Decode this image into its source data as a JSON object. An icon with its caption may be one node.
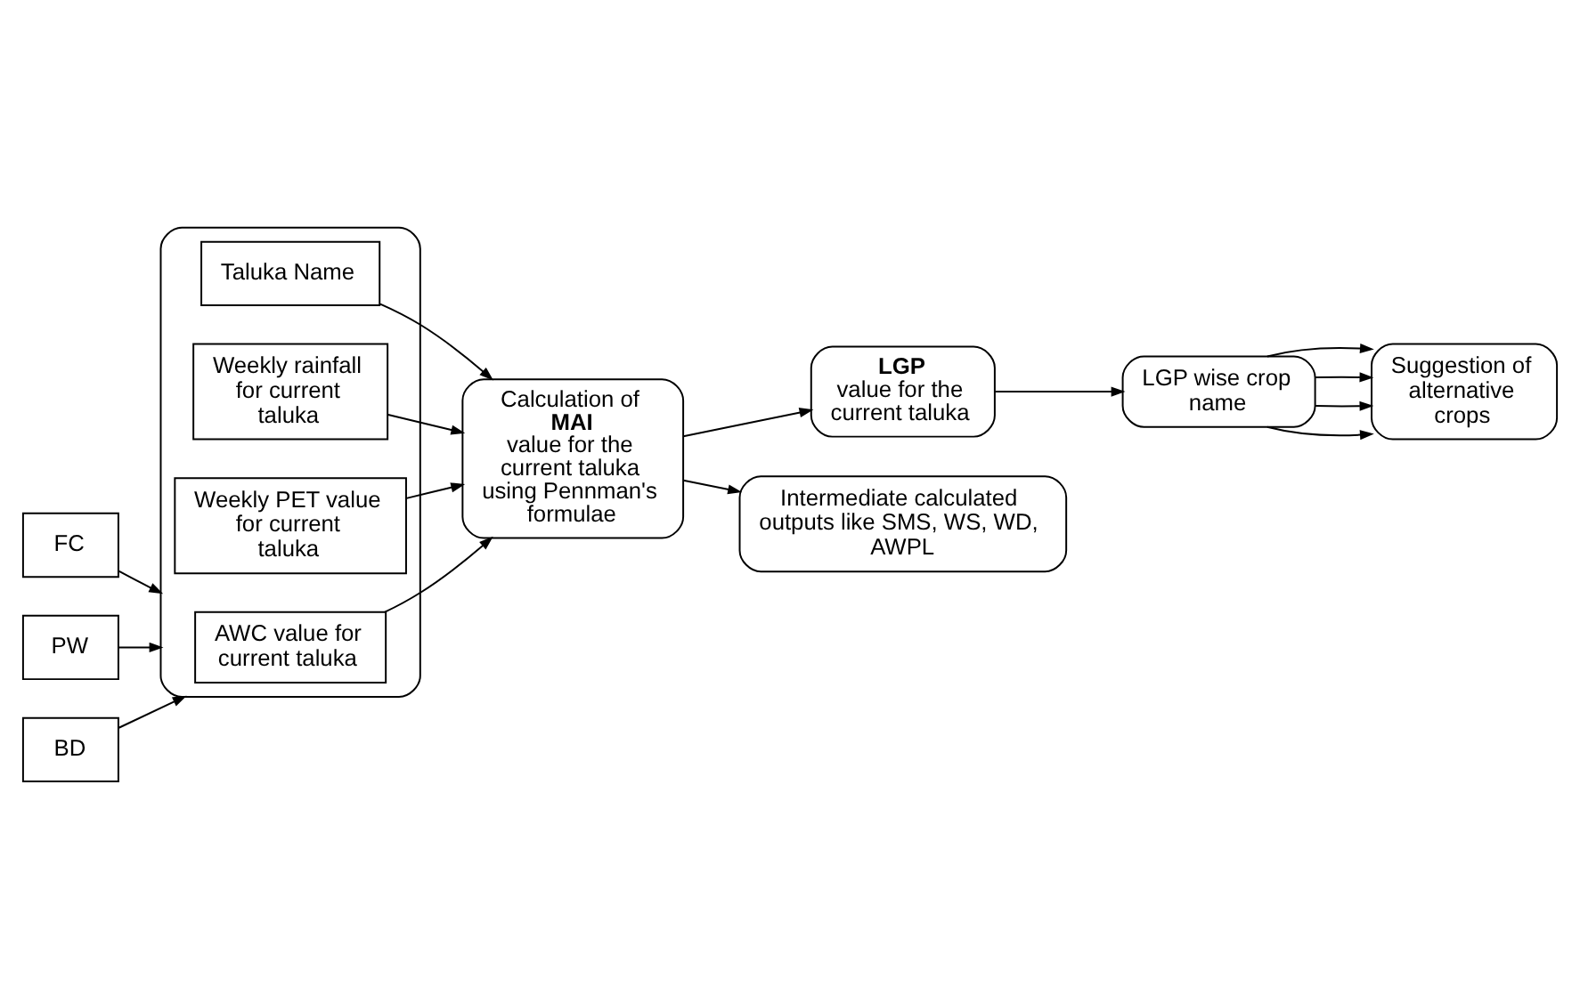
{
  "diagram": {
    "nodes": [
      {
        "text": [],
        "shape": "box"
      },
      {
        "text": [
          "Taluka Name"
        ],
        "in": 0
      },
      {
        "text": [
          "Weekly rainfall for current taluka"
        ],
        "in": 0
      },
      {
        "text": [
          "Weekly PET value for current taluka"
        ],
        "in": 0
      },
      {
        "text": [
          "AWC value for current taluka"
        ],
        "in": 0
      },
      {
        "text": [
          "Calculation of **MAI** value for the current taluka using Pennman's formulae"
        ]
      },
      {
        "text": [
          "**LGP** value for the current taluka"
        ]
      },
      {
        "text": [
          "LGP wise crop name"
        ]
      },
      {
        "text": [
          "Suggestion of alternative crops"
        ]
      },
      {
        "text": [
          "Intermediate calculated outputs like SMS, WS, WD, AWPL"
        ]
      },
      {
        "text": [
          "FC"
        ]
      },
      {
        "text": [
          "PW"
        ]
      },
      {
        "text": [
          "BD"
        ]
      }
    ],
    "edges": [
      {
        "from": 1,
        "to": 5,
        "arrow": "to"
      },
      {
        "from": 2,
        "to": 5,
        "arrow": "to"
      },
      {
        "from": 3,
        "to": 5,
        "arrow": "to"
      },
      {
        "from": 4,
        "to": 5,
        "arrow": "to"
      },
      {
        "from": 5,
        "to": 6,
        "arrow": "to"
      },
      {
        "from": 5,
        "to": 9,
        "arrow": "to"
      },
      {
        "from": 6,
        "to": 7,
        "arrow": "to"
      },
      {
        "from": 7,
        "to": 8,
        "arrow": "to"
      },
      {
        "from": 7,
        "to": 8,
        "arrow": "to"
      },
      {
        "from": 7,
        "to": 8,
        "arrow": "to"
      },
      {
        "from": 7,
        "to": 8,
        "arrow": "to"
      },
      {
        "from": 10,
        "to": 0,
        "arrow": "to"
      },
      {
        "from": 11,
        "to": 0,
        "arrow": "to"
      },
      {
        "from": 12,
        "to": 0,
        "arrow": "to"
      }
    ]
  }
}
